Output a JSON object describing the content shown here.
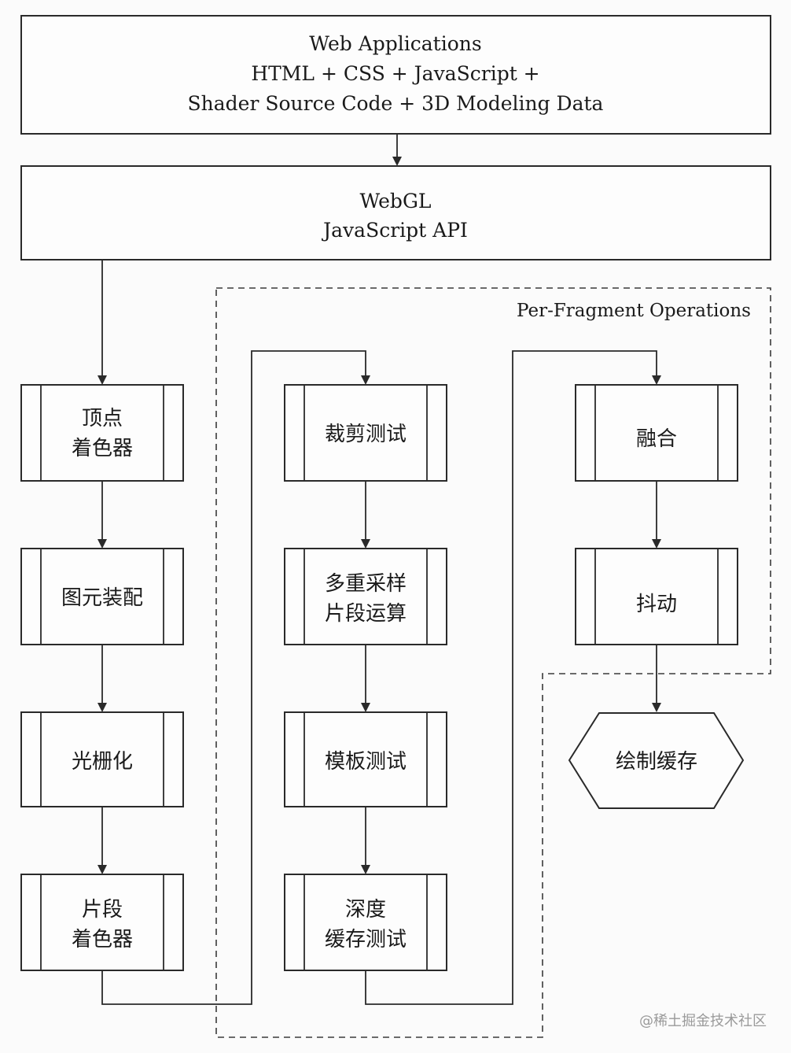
{
  "top_box": {
    "line1": "Web Applications",
    "line2": "HTML + CSS + JavaScript +",
    "line3": "Shader Source Code + 3D Modeling Data"
  },
  "webgl_box": {
    "line1": "WebGL",
    "line2": "JavaScript API"
  },
  "per_fragment_label": "Per-Fragment Operations",
  "column1": {
    "vertex_shader": [
      "顶点",
      "着色器"
    ],
    "primitive_assembly": "图元装配",
    "rasterization": "光栅化",
    "fragment_shader": [
      "片段",
      "着色器"
    ]
  },
  "column2": {
    "scissor_test": "裁剪测试",
    "multisample": [
      "多重采样",
      "片段运算"
    ],
    "stencil_test": "模板测试",
    "depth_test": [
      "深度",
      "缓存测试"
    ]
  },
  "column3": {
    "blending": "融合",
    "dithering": "抖动"
  },
  "framebuffer": "绘制缓存",
  "watermark": "@稀土掘金技术社区"
}
